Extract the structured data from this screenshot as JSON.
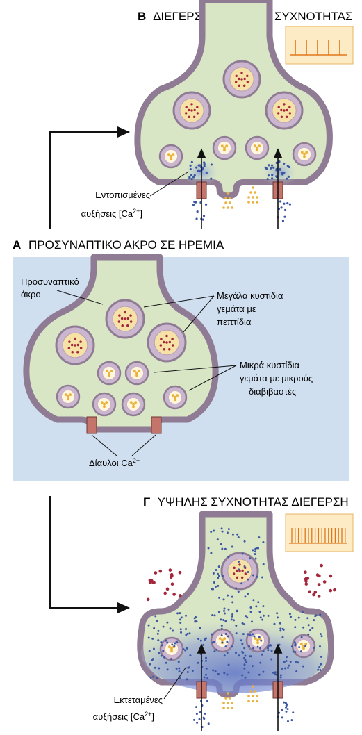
{
  "panel_b": {
    "letter": "Β",
    "title": "ΔΙΕΓΕΡΣΗ ΧΑΜΗΛΗΣ ΣΥΧΝΟΤΗΤΑΣ",
    "label_line1": "Εντοπισμένες",
    "label_line2": "αυξήσεις [Ca",
    "label_sup": "2+",
    "label_end": "]"
  },
  "panel_a": {
    "letter": "Α",
    "title": "ΠΡΟΣΥΝΑΠΤΙΚΟ ΑΚΡΟ ΣΕ ΗΡΕΜΙΑ",
    "terminal_line1": "Προσυναπτικό",
    "terminal_line2": "άκρο",
    "large_line1": "Μεγάλα κυστίδια",
    "large_line2": "γεμάτα με",
    "large_line3": "πεπτίδια",
    "small_line1": "Μικρά κυστίδια",
    "small_line2": "γεμάτα με μικρούς",
    "small_line3": "διαβιβαστές",
    "channels": "Δίαυλοι Ca",
    "channels_sup": "2+"
  },
  "panel_c": {
    "letter": "Γ",
    "title": "ΥΨΗΛΗΣ ΣΥΧΝΟΤΗΤΑΣ ΔΙΕΓΕΡΣΗ",
    "label_line1": "Εκτεταμένες",
    "label_line2": "αυξήσεις [Ca",
    "label_sup": "2+",
    "label_end": "]"
  },
  "colors": {
    "panel_bg": "#cfdff0",
    "membrane": "#8f7b94",
    "cytoplasm": "#d9e6c6",
    "vesicle_core": "#f6e2a6",
    "peptide_dot": "#a3263b",
    "transmitter_dot": "#eab23a",
    "calcium_dot": "#3b57a3",
    "channel": "#c5746c",
    "trace_bg": "#fdebc6",
    "trace_line": "#e07818"
  }
}
